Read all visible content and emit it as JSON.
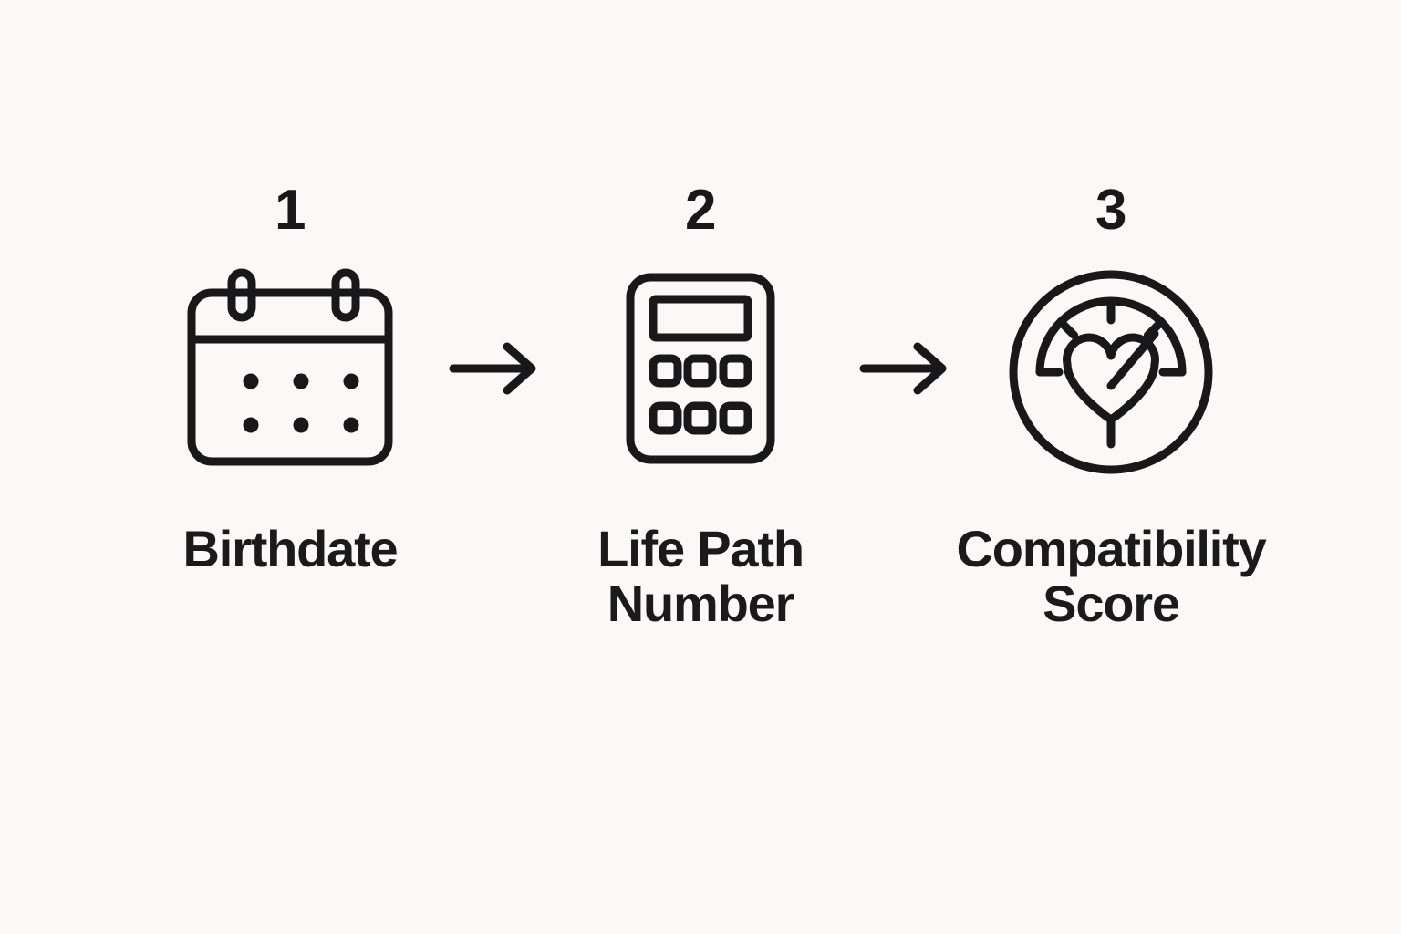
{
  "theme": {
    "background_color": "#faf9f7",
    "ink_color": "#18181a",
    "label_color": "#1a1a1c"
  },
  "diagram": {
    "type": "horizontal-process-flow",
    "step_count": 3,
    "connector_count": 2,
    "steps": [
      {
        "number": "1",
        "label": "Birthdate",
        "icon": "calendar-icon"
      },
      {
        "number": "2",
        "label": "Life Path\nNumber",
        "icon": "calculator-icon"
      },
      {
        "number": "3",
        "label": "Compatibility\nScore",
        "icon": "gauge-heart-icon"
      }
    ],
    "connectors": [
      {
        "icon": "arrow-right-icon"
      },
      {
        "icon": "arrow-right-icon"
      }
    ]
  }
}
